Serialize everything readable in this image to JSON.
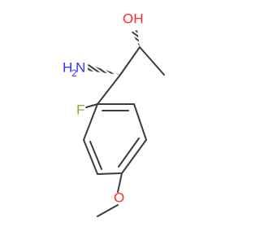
{
  "atoms": {
    "hydroxyl": {
      "label": "OH",
      "color": "#ff2a2a"
    },
    "amine_h": {
      "label": "H",
      "color": "#3333ff"
    },
    "amine_n": {
      "label": "N",
      "color": "#3333ff"
    },
    "amine_subscript": {
      "label": "2",
      "color": "#3333ff"
    },
    "fluorine": {
      "label": "F",
      "color": "#8aac2a"
    },
    "methoxy_o": {
      "label": "O",
      "color": "#ff2a2a"
    }
  },
  "colors": {
    "bond": "#3c3c3c",
    "background": "#ffffff"
  }
}
